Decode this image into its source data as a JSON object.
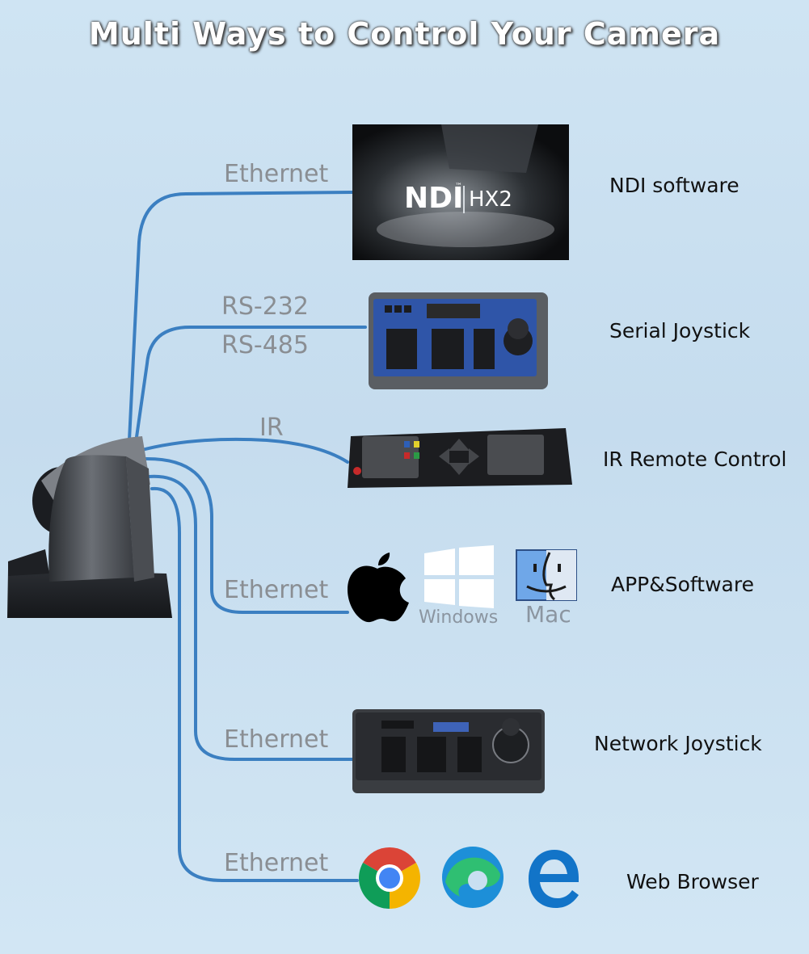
{
  "title": "Multi Ways to Control Your Camera",
  "colors": {
    "wire": "#3b7fc1",
    "connection_text": "#8a8e93",
    "device_text": "#111111",
    "title_text": "#ffffff"
  },
  "connections": [
    {
      "id": "ndi",
      "connection_labels": [
        "Ethernet"
      ],
      "device_label": "NDI software",
      "visual": "ndi-hx2-screen"
    },
    {
      "id": "serial",
      "connection_labels": [
        "RS-232",
        "RS-485"
      ],
      "device_label": "Serial Joystick",
      "visual": "serial-joystick-keyboard"
    },
    {
      "id": "ir",
      "connection_labels": [
        "IR"
      ],
      "device_label": "IR Remote Control",
      "visual": "ir-remote"
    },
    {
      "id": "app",
      "connection_labels": [
        "Ethernet"
      ],
      "device_label": "APP&Software",
      "visual": "os-logos"
    },
    {
      "id": "network",
      "connection_labels": [
        "Ethernet"
      ],
      "device_label": "Network Joystick",
      "visual": "network-joystick-keyboard"
    },
    {
      "id": "web",
      "connection_labels": [
        "Ethernet"
      ],
      "device_label": "Web Browser",
      "visual": "browser-logos"
    }
  ],
  "ndi_screen": {
    "logo_main": "NDI",
    "logo_sub": "HX2",
    "tm": "™"
  },
  "os_logos": [
    {
      "icon": "apple-icon",
      "caption": ""
    },
    {
      "icon": "windows-icon",
      "caption": "Windows"
    },
    {
      "icon": "mac-finder-icon",
      "caption": "Mac"
    }
  ],
  "browser_logos": [
    {
      "icon": "chrome-icon"
    },
    {
      "icon": "edge-icon"
    },
    {
      "icon": "ie-icon"
    }
  ],
  "camera": {
    "icon": "ptz-camera-icon"
  }
}
